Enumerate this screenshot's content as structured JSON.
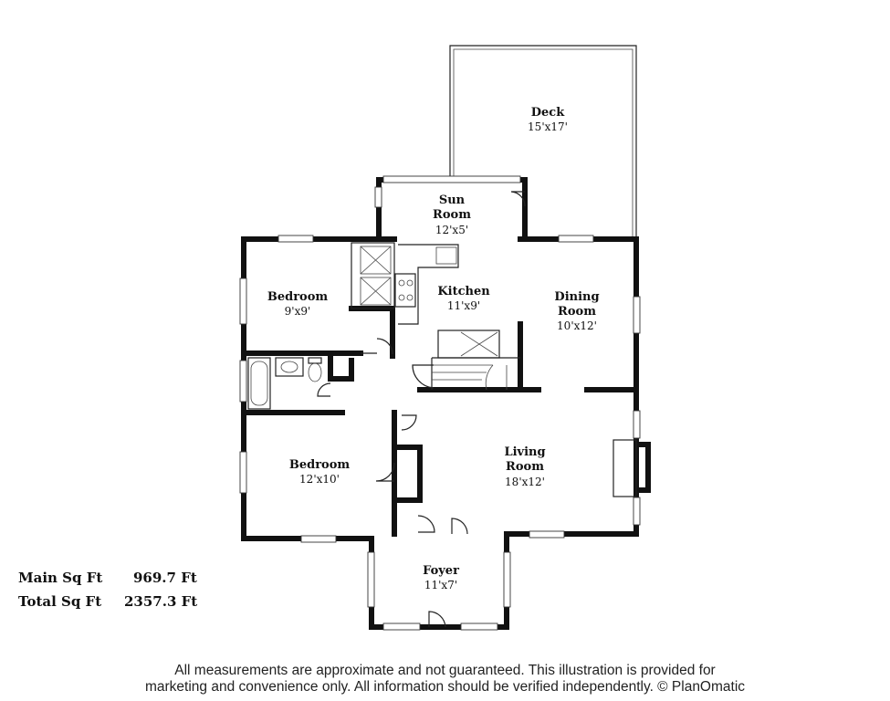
{
  "rooms": {
    "deck": {
      "name": "Deck",
      "dims": "15'x17'"
    },
    "sunroom": {
      "name_line1": "Sun",
      "name_line2": "Room",
      "dims": "12'x5'"
    },
    "kitchen": {
      "name": "Kitchen",
      "dims": "11'x9'"
    },
    "bedroom1": {
      "name": "Bedroom",
      "dims": "9'x9'"
    },
    "dining": {
      "name_line1": "Dining",
      "name_line2": "Room",
      "dims": "10'x12'"
    },
    "bedroom2": {
      "name": "Bedroom",
      "dims": "12'x10'"
    },
    "living": {
      "name_line1": "Living",
      "name_line2": "Room",
      "dims": "18'x12'"
    },
    "foyer": {
      "name": "Foyer",
      "dims": "11'x7'"
    }
  },
  "area": {
    "main_label": "Main Sq Ft",
    "main_value": "969.7 Ft",
    "total_label": "Total Sq Ft",
    "total_value": "2357.3 Ft"
  },
  "disclaimer": {
    "line1": "All measurements are approximate and not guaranteed. This illustration is provided for",
    "line2": "marketing and convenience only. All information should be verified independently. © PlanOmatic"
  }
}
